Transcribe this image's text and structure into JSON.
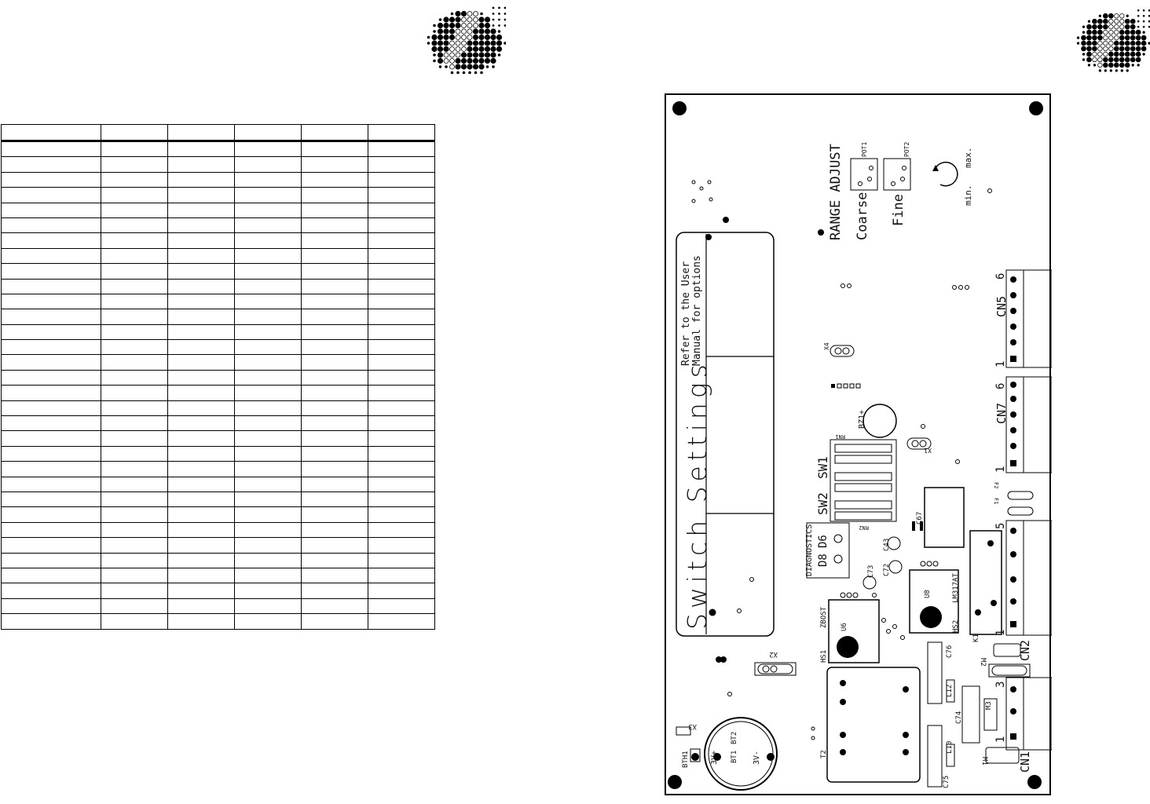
{
  "table": {
    "columns": 6,
    "header_rows": 1,
    "rows": 32,
    "header": [
      "",
      "",
      "",
      "",
      "",
      ""
    ]
  },
  "board": {
    "switch_settings_title": "Switch Settings",
    "refer_line1": "Refer to the User",
    "refer_line2": "Manual for options",
    "range_adjust": "RANGE ADJUST",
    "coarse": "Coarse",
    "fine": "Fine",
    "pot1": "POT1",
    "pot2": "POT2",
    "min": "min.",
    "max": "max.",
    "diagnostics": "DIAGNOSTICS",
    "d8": "D8",
    "d6": "D6",
    "sw1": "SW1",
    "sw2": "SW2",
    "rn1": "RN1",
    "rn2": "RN2",
    "cn5": "CN5",
    "cn7": "CN7",
    "cn2": "CN2",
    "cn1": "CN1",
    "pin1": "1",
    "pin6": "6",
    "pin5": "5",
    "pin3": "3",
    "bz1": "BZ1+",
    "x1": "X1",
    "x2": "X2",
    "x3": "X3",
    "x4": "X4",
    "c67": "C67",
    "c43": "C43",
    "c72": "C72",
    "c73": "C73",
    "c74": "C74",
    "c75": "C75",
    "c76": "C76",
    "u6": "U6",
    "u8": "U8",
    "zbst": "ZBOST",
    "lm317": "LM317AT",
    "hs1": "HS1",
    "hs2": "HS2",
    "k1": "K1",
    "t2": "T2",
    "l10": "L10",
    "l12": "L12",
    "m1": "M1",
    "m2": "M2",
    "m3": "M3",
    "f1": "F1",
    "f2": "F2",
    "bt1": "BT1",
    "bt2": "BT2",
    "bth1": "BTH1",
    "plus3v": "3V+",
    "minus3v": "3V-"
  }
}
